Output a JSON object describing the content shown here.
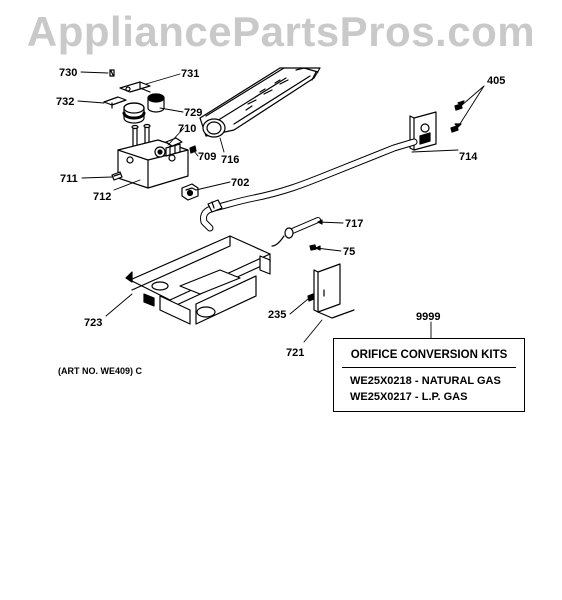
{
  "watermark": "AppliancePartsPros.com",
  "art_number": "(ART NO. WE409) C",
  "callouts": {
    "p730": "730",
    "p731": "731",
    "p732": "732",
    "p729": "729",
    "p710": "710",
    "p709": "709",
    "p716": "716",
    "p711": "711",
    "p712": "712",
    "p702": "702",
    "p714": "714",
    "p405": "405",
    "p717": "717",
    "p75": "75",
    "p723": "723",
    "p235": "235",
    "p721": "721",
    "p9999": "9999"
  },
  "orifice_kits": {
    "title": "ORIFICE CONVERSION KITS",
    "rows": [
      {
        "part": "WE25X0218",
        "sep": "-",
        "desc": "NATURAL GAS"
      },
      {
        "part": "WE25X0217",
        "sep": "-",
        "desc": "L.P. GAS"
      }
    ]
  }
}
